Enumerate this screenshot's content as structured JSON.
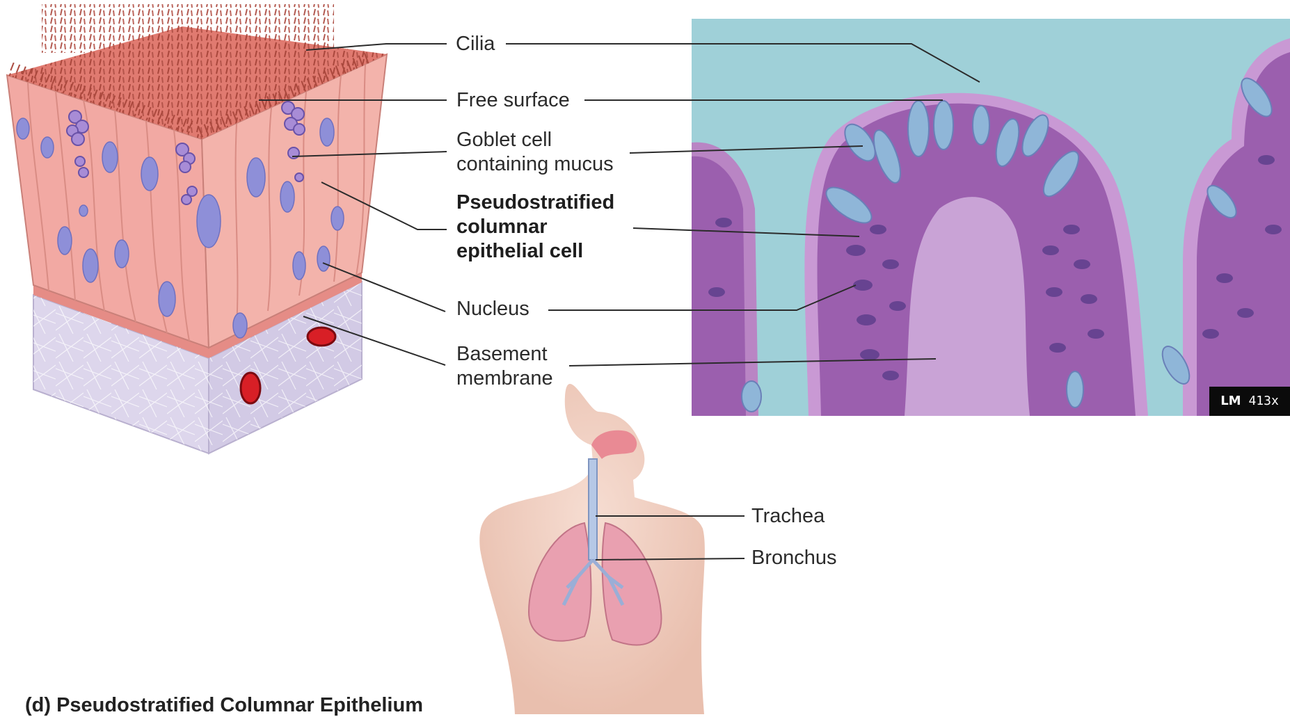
{
  "labels": {
    "cilia": "Cilia",
    "free_surface": "Free surface",
    "goblet_cell": [
      "Goblet cell",
      "containing mucus"
    ],
    "pseudo_cell": [
      "Pseudostratified",
      "columnar",
      "epithelial cell"
    ],
    "nucleus": "Nucleus",
    "basement_membrane": [
      "Basement",
      "membrane"
    ],
    "trachea": "Trachea",
    "bronchus": "Bronchus"
  },
  "micrograph": {
    "mode": "LM",
    "magnification": "413x"
  },
  "caption": "(d) Pseudostratified Columnar Epithelium",
  "colors": {
    "cell_pink": "#f2a9a3",
    "apical_red": "#d96b62",
    "nucleus_blue": "#8e8fd8",
    "basement": "#ddd6ec",
    "histology_bg": "#9fd0d8",
    "tissue_purple": "#9b5fae"
  }
}
